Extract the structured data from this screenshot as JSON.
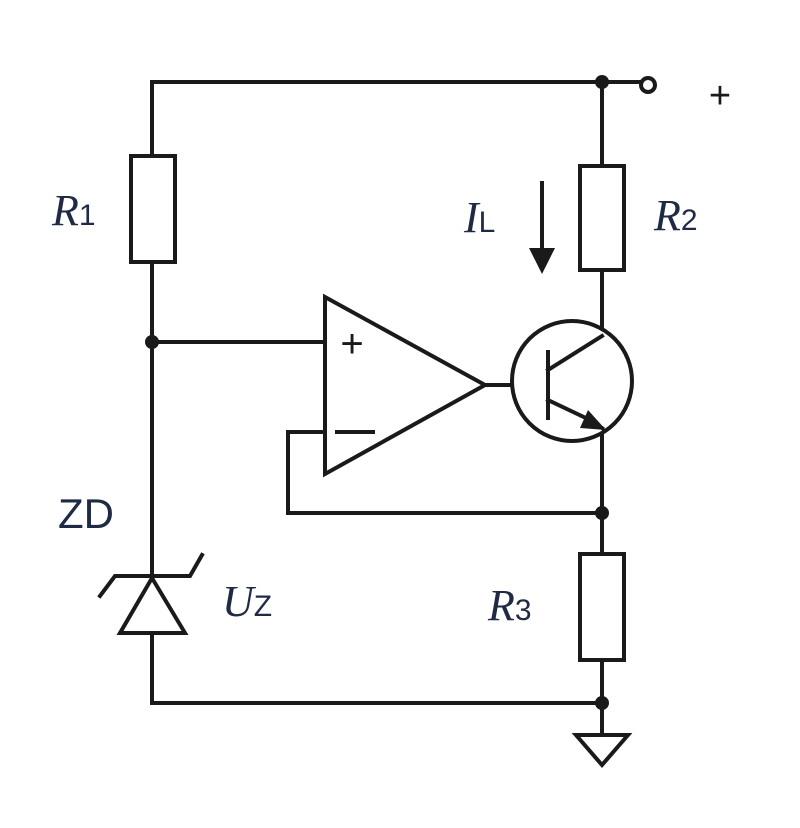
{
  "diagram": {
    "colors": {
      "line": "#1a1a1a",
      "label": "#1f2a44",
      "background": "#ffffff"
    },
    "terminal": {
      "positive_label": "+"
    },
    "components": {
      "r1": {
        "symbol": "R",
        "subscript": "1"
      },
      "r2": {
        "symbol": "R",
        "subscript": "2"
      },
      "r3": {
        "symbol": "R",
        "subscript": "3"
      },
      "zener": {
        "name": "ZD",
        "voltage_symbol": "U",
        "voltage_subscript": "Z"
      },
      "current": {
        "symbol": "I",
        "subscript": "L"
      },
      "opamp": {
        "plus_input": "+",
        "minus_input": "−"
      },
      "transistor": {
        "type": "NPN"
      },
      "ground": {
        "icon": "ground-triangle-icon"
      }
    }
  }
}
